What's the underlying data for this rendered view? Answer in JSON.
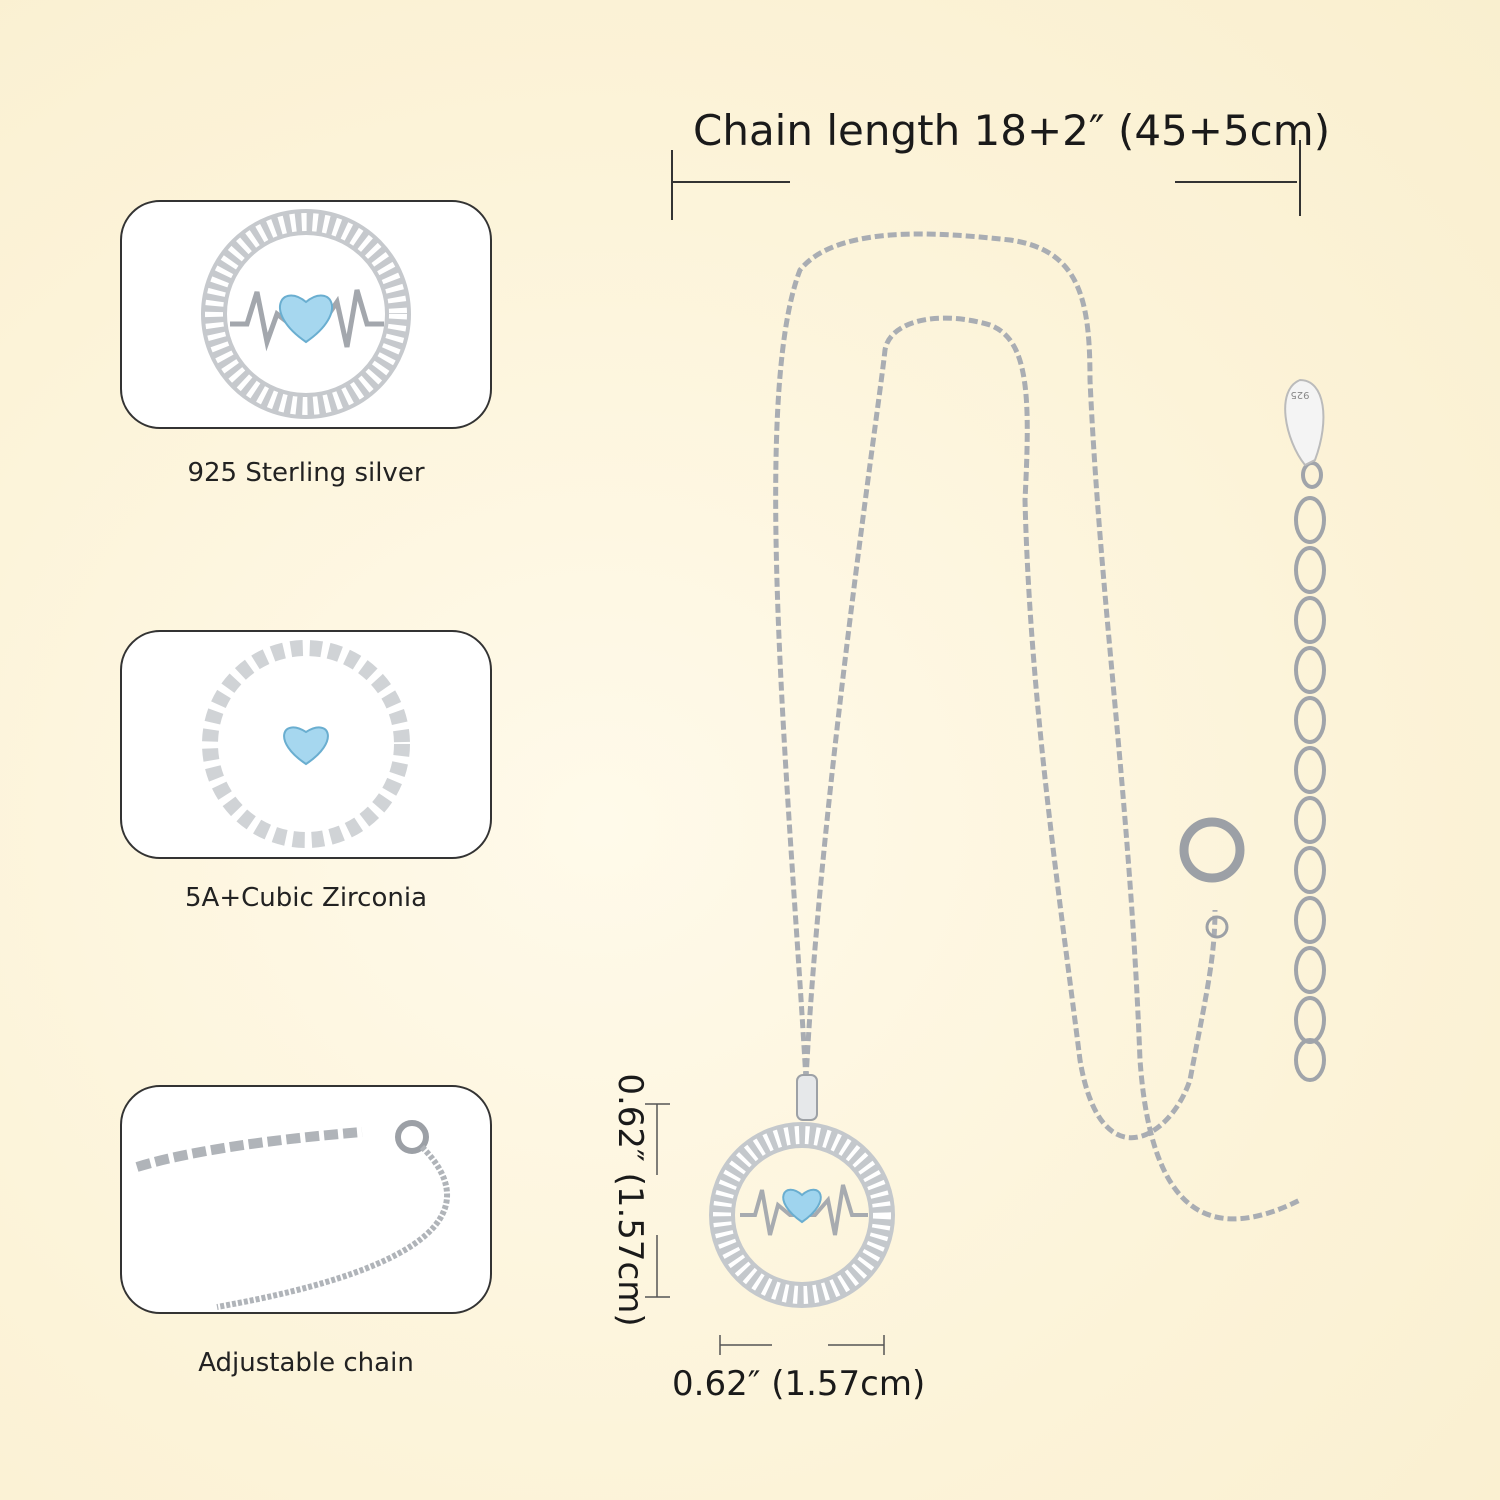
{
  "header": {
    "chain_length": "Chain length 18+2″   (45+5cm)"
  },
  "features": [
    {
      "caption": "925 Sterling silver",
      "icon": "pendant-closeup"
    },
    {
      "caption": "5A+Cubic Zirconia",
      "icon": "zirconia-stones"
    },
    {
      "caption": "Adjustable chain",
      "icon": "extender-chain"
    }
  ],
  "dimensions": {
    "height": "0.62″  (1.57cm)",
    "width": "0.62″  (1.57cm)"
  },
  "tag_stamp": "925",
  "colors": {
    "background": "#fcf3d8",
    "stone": "#9fd4ee",
    "silver": "#b8bcc2"
  }
}
